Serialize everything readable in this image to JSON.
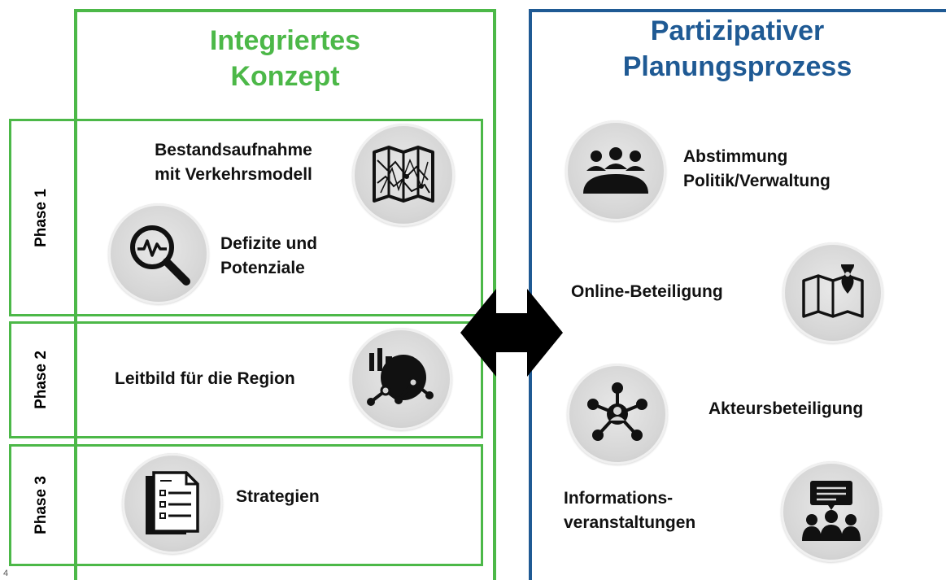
{
  "left_panel": {
    "title_line1": "Integriertes",
    "title_line2": "Konzept",
    "accent_color": "#4CB848"
  },
  "right_panel": {
    "title_line1": "Partizipativer",
    "title_line2": "Planungsprozess",
    "accent_color": "#1F5A94"
  },
  "phases": [
    {
      "label": "Phase 1",
      "items": [
        {
          "text_line1": "Bestandsaufnahme",
          "text_line2": "mit Verkehrsmodell",
          "icon": "map-network-icon"
        },
        {
          "text_line1": "Defizite und",
          "text_line2": "Potenziale",
          "icon": "magnifier-pulse-icon"
        }
      ]
    },
    {
      "label": "Phase 2",
      "items": [
        {
          "text_line1": "Leitbild für die Region",
          "icon": "chart-analysis-icon"
        }
      ]
    },
    {
      "label": "Phase 3",
      "items": [
        {
          "text_line1": "Strategien",
          "icon": "document-list-icon"
        }
      ]
    }
  ],
  "participation": [
    {
      "text_line1": "Abstimmung",
      "text_line2": "Politik/Verwaltung",
      "icon": "meeting-group-icon"
    },
    {
      "text_line1": "Online-Beteiligung",
      "icon": "map-pin-icon"
    },
    {
      "text_line1": "Akteursbeteiligung",
      "icon": "network-person-icon"
    },
    {
      "text_line1": "Informations-",
      "text_line2": "veranstaltungen",
      "icon": "presentation-audience-icon"
    }
  ],
  "connector": {
    "icon": "double-arrow-icon"
  },
  "page_number": "4"
}
